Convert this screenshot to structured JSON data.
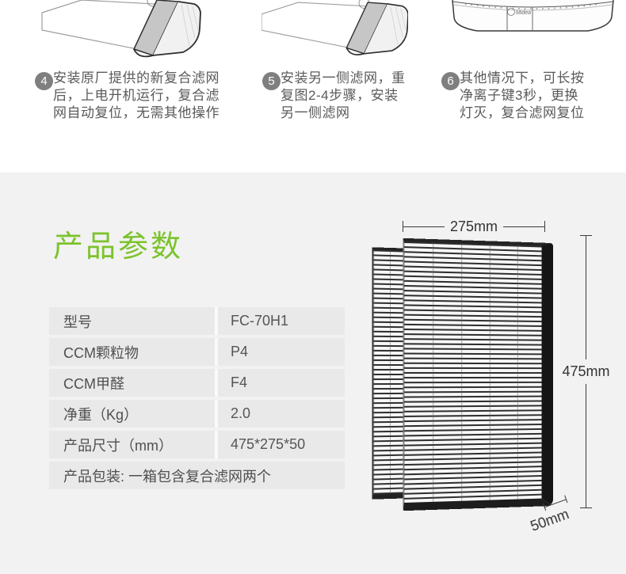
{
  "colors": {
    "accent_green": "#7cc32c",
    "section_bg": "#f2f2f2",
    "table_row_bg": "#e9e9e9"
  },
  "steps": [
    {
      "number": "4",
      "text": "安装原厂提供的新复合滤网后，上电开机运行，复合滤网自动复位，无需其他操作"
    },
    {
      "number": "5",
      "text": "安装另一侧滤网，重复图2-4步骤，安装另一侧滤网"
    },
    {
      "number": "6",
      "text": "其他情况下，可长按净离子键3秒，更换灯灭，复合滤网复位"
    }
  ],
  "brand": {
    "logo": "Midea"
  },
  "params": {
    "title": "产品参数",
    "table": {
      "rows": [
        {
          "label": "型号",
          "value": "FC-70H1"
        },
        {
          "label": "CCM颗粒物",
          "value": "P4"
        },
        {
          "label": "CCM甲醛",
          "value": "F4"
        },
        {
          "label": "净重（Kg）",
          "value": "2.0"
        },
        {
          "label": "产品尺寸（mm）",
          "value": "475*275*50"
        }
      ],
      "footer": "产品包装: 一箱包含复合滤网两个"
    }
  },
  "figure": {
    "width_label": "275mm",
    "height_label": "475mm",
    "depth_label": "50mm"
  }
}
